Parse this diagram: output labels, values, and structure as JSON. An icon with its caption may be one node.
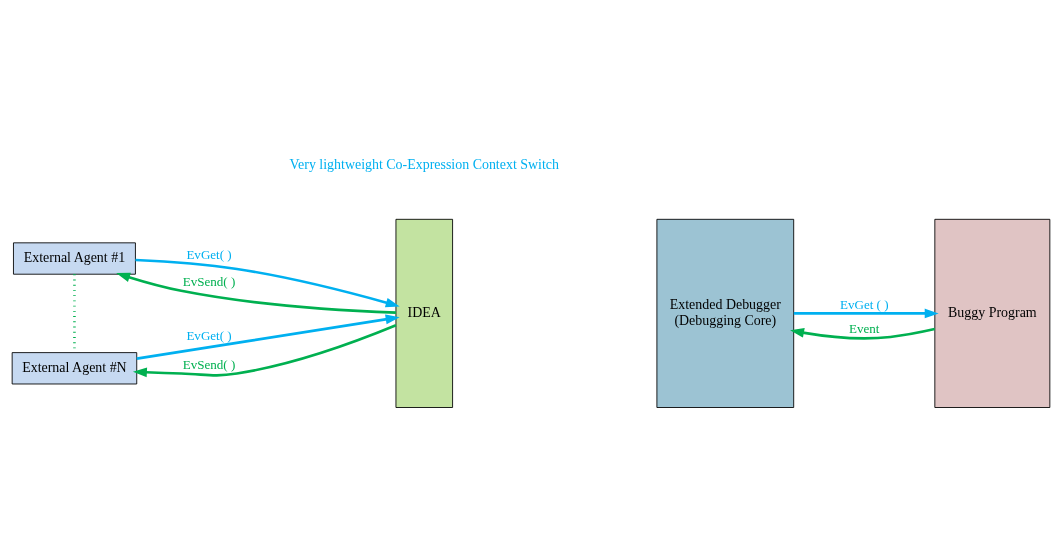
{
  "diagram": {
    "nodes": [
      {
        "text": [
          "External Agent #1"
        ]
      },
      {
        "text": [
          "External Agent #N"
        ]
      },
      {
        "text": [
          "IDEA"
        ]
      },
      {
        "text": [
          "Extended Debugger",
          "(Debugging Core)"
        ]
      },
      {
        "text": [
          "Buggy Program"
        ]
      }
    ],
    "edges": [
      {
        "from": 0,
        "to": 2,
        "arrow": "to",
        "label": "EvGet( )",
        "color": "#00b0f0"
      },
      {
        "from": 2,
        "to": 0,
        "arrow": "to",
        "label": "EvSend( )",
        "color": "#00b050"
      },
      {
        "from": 1,
        "to": 2,
        "arrow": "to",
        "label": "EvGet( )",
        "color": "#00b0f0"
      },
      {
        "from": 2,
        "to": 1,
        "arrow": "to",
        "label": "EvSend( )",
        "color": "#00b050"
      },
      {
        "from": 3,
        "to": 4,
        "arrow": "to",
        "label": "EvGet ( )",
        "color": "#00b0f0"
      },
      {
        "from": 4,
        "to": 3,
        "arrow": "to",
        "label": "Event",
        "color": "#00b050"
      },
      {
        "from": 0,
        "to": 1,
        "arrow": "none",
        "style": "dashed",
        "color": "#00b050"
      }
    ],
    "labels": [
      "Very lightweight Co-Expression Context Switch"
    ]
  }
}
